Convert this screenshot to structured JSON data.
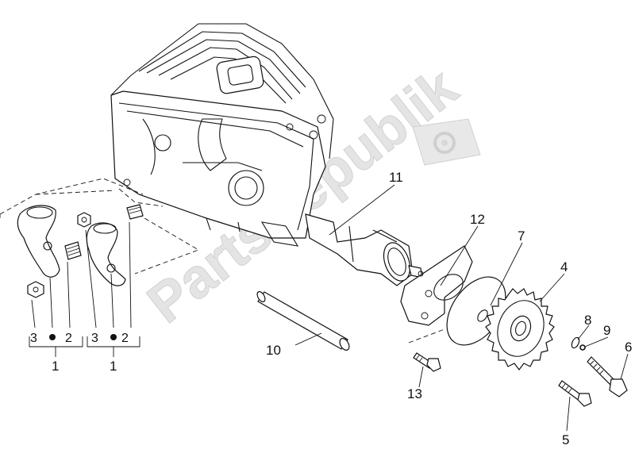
{
  "watermark": "PartsRepublik",
  "callouts": {
    "c1a": "1",
    "c1b": "1",
    "c2a": "2",
    "c2b": "2",
    "c3a": "3",
    "c3b": "3",
    "c4": "4",
    "c5": "5",
    "c6": "6",
    "c7": "7",
    "c8": "8",
    "c9": "9",
    "c10": "10",
    "c11": "11",
    "c12": "12",
    "c13": "13"
  },
  "icons": {
    "watermark_badge": "gear-flag-icon"
  }
}
